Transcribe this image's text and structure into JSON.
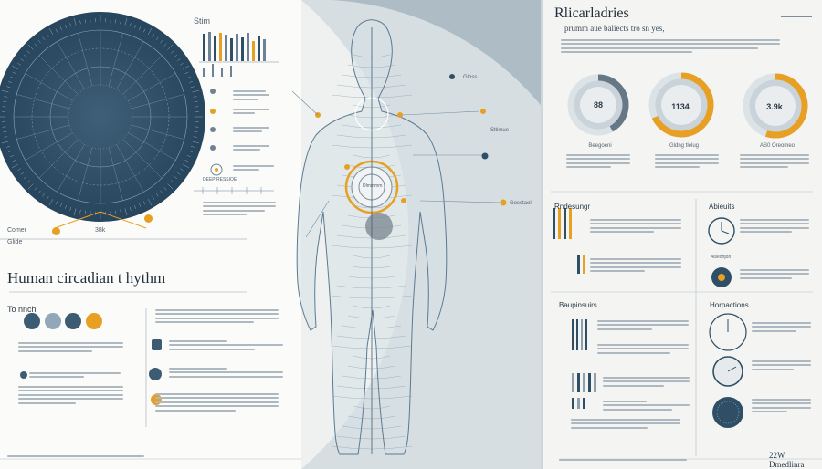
{
  "left": {
    "dial_label": "Stim",
    "corner_label": "Comer",
    "glide_label": "Glide",
    "dial_value": "38k",
    "main_title": "Human circadian t hythm",
    "section_label": "To nnch",
    "mid_caption": "DEEPIRESSIOE"
  },
  "right": {
    "title": "Rlicarladries",
    "subtitle": "prumm aue baliects tro sn yes,",
    "donuts": [
      {
        "value": "88",
        "caption": "Beegoeni",
        "fraction": 0.42,
        "accent": "#667786"
      },
      {
        "value": "1134",
        "caption": "Gldng tlelug",
        "fraction": 0.68,
        "accent": "#e8a024"
      },
      {
        "value": "3.9k",
        "caption": "AS0 Oreomeo",
        "fraction": 0.55,
        "accent": "#e8a024"
      }
    ],
    "section_a": "Rndesungr",
    "section_b": "Abieuits",
    "section_c": "Baupinsuirs",
    "section_d": "Horpactions",
    "small_label": "Alseortjon",
    "footer": "22W Dmedlinra"
  },
  "body": {
    "label_1": "Gloss",
    "label_2": "Sltimue",
    "label_3": "Gosctaol",
    "center_text": "Dlmmmm"
  },
  "colors": {
    "accent": "#e8a024",
    "steel": "#667786",
    "navy": "#2f4f67",
    "panel": "#aebcc5"
  }
}
